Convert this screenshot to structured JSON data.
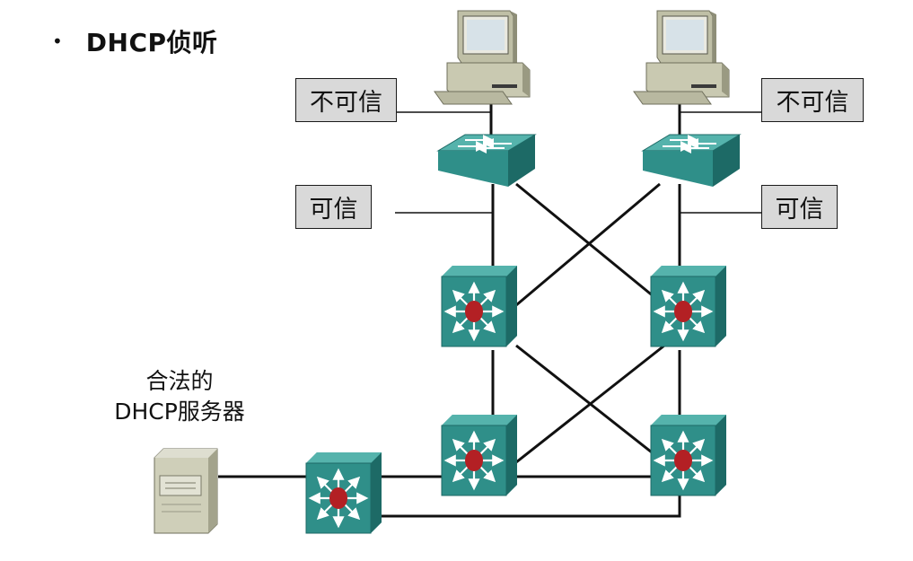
{
  "slide": {
    "bullet": "•",
    "title": "DHCP侦听"
  },
  "labels": {
    "untrusted_left": "不可信",
    "untrusted_right": "不可信",
    "trusted_left": "可信",
    "trusted_right": "可信",
    "server_line1": "合法的",
    "server_line2": "DHCP服务器"
  },
  "colors": {
    "teal": "#2f8f89",
    "teal_dark": "#1d6a66",
    "teal_light": "#55b3ac",
    "router_red": "#b32024",
    "label_bg": "#d9d9d9",
    "line": "#111111"
  },
  "icons": [
    "pc-icon",
    "access-switch-icon",
    "multilayer-switch-icon",
    "server-icon"
  ]
}
